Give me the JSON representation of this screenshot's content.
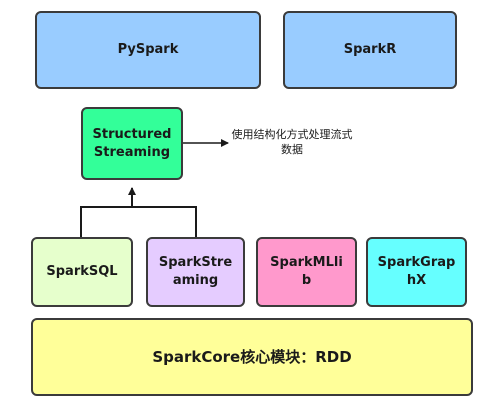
{
  "nodes": {
    "pyspark": {
      "label": "PySpark",
      "color": "#99ccff"
    },
    "sparkr": {
      "label": "SparkR",
      "color": "#99ccff"
    },
    "structured_streaming": {
      "label": "StructuredStreaming",
      "color": "#33ff99"
    },
    "sparksql": {
      "label": "SparkSQL",
      "color": "#e6ffcc"
    },
    "spark_streaming": {
      "label": "SparkStreaming",
      "color": "#e5ccff"
    },
    "spark_mllib": {
      "label": "SparkMLlib",
      "color": "#ff99cc"
    },
    "spark_graphx": {
      "label": "SparkGraphX",
      "color": "#66ffff"
    },
    "spark_core": {
      "label": "SparkCore核心模块：RDD",
      "color": "#ffff99"
    }
  },
  "annotation": {
    "text": "使用结构化方式处理流式数据"
  }
}
